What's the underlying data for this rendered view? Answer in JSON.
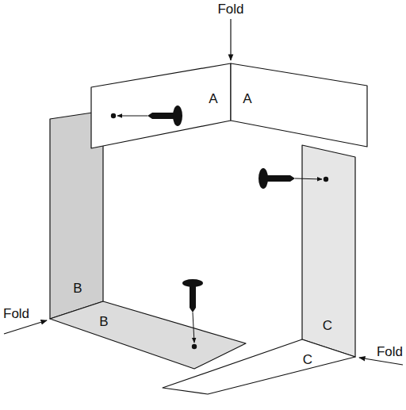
{
  "diagram": {
    "labels": [
      "Fold",
      "A",
      "A",
      "B",
      "B",
      "Fold",
      "C",
      "C",
      "Fold"
    ]
  }
}
